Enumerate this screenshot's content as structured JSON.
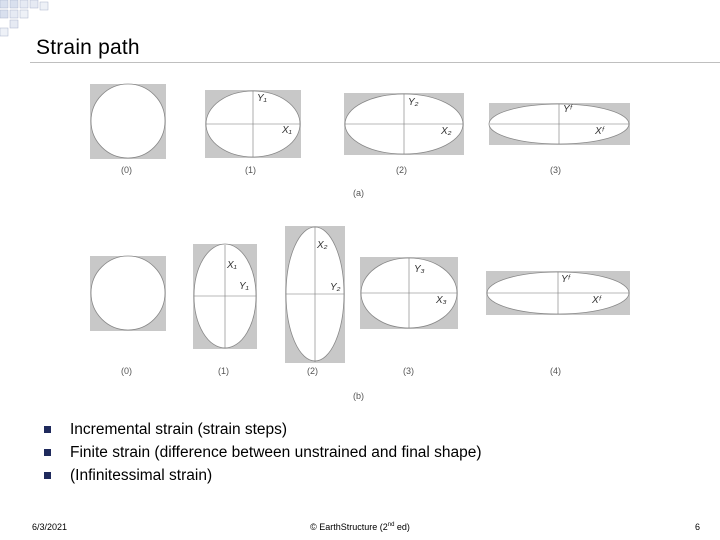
{
  "slide": {
    "title": "Strain path",
    "bullets": [
      "Incremental strain (strain steps)",
      "Finite strain (difference between unstrained and final shape)",
      "(Infinitessimal strain)"
    ]
  },
  "figure": {
    "row_a": {
      "panel_labels": [
        "(0)",
        "(1)",
        "(2)",
        "(3)"
      ],
      "caption": "(a)",
      "axis_labels": {
        "p1_y": "Y₁",
        "p1_x": "X₁",
        "p2_y": "Y₂",
        "p2_x": "X₂",
        "p3_y": "Yᶠ",
        "p3_x": "Xᶠ"
      }
    },
    "row_b": {
      "panel_labels": [
        "(0)",
        "(1)",
        "(2)",
        "(3)",
        "(4)"
      ],
      "caption": "(b)",
      "axis_labels": {
        "p1_x": "X₁",
        "p1_y": "Y₁",
        "p2_x": "X₂",
        "p2_y": "Y₂",
        "p3_y": "Y₃",
        "p3_x": "X₃",
        "p4_y": "Yᶠ",
        "p4_x": "Xᶠ"
      }
    }
  },
  "footer": {
    "date": "6/3/2021",
    "center_prefix": "© EarthStructure (2",
    "center_sup": "nd",
    "center_suffix": " ed)",
    "page": "6"
  },
  "colors": {
    "panel_fill": "#c8c8c8",
    "ellipse_fill": "#ffffff",
    "bullet": "#1f2a5c",
    "rule": "#bfbfbf"
  }
}
